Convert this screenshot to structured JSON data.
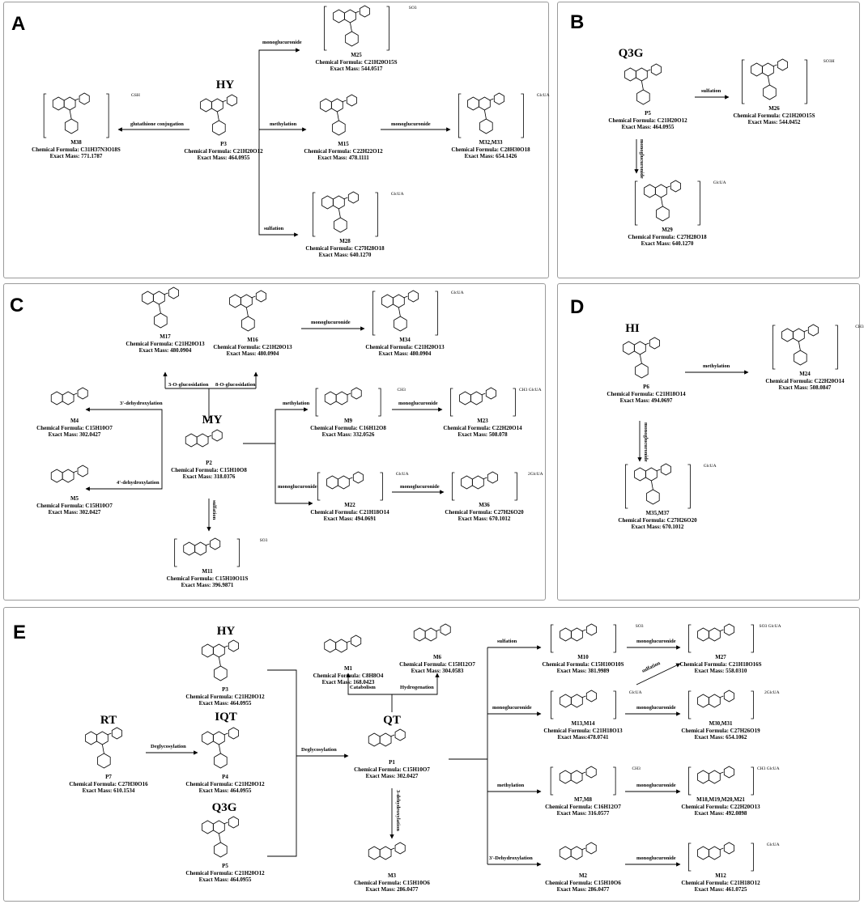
{
  "panels": {
    "A": "A",
    "B": "B",
    "C": "C",
    "D": "D",
    "E": "E"
  },
  "big_labels": {
    "A_HY": "HY",
    "B_Q3G": "Q3G",
    "C_MY": "MY",
    "D_HI": "HI",
    "E_RT": "RT",
    "E_HY": "HY",
    "E_IQT": "IQT",
    "E_Q3G": "Q3G",
    "E_QT": "QT"
  },
  "reactions": {
    "A_mono1": "monoglucuronide",
    "A_glut": "glutathione conjugation",
    "A_meth": "methylation",
    "A_mono2": "monoglucuronide",
    "A_sulf": "sulfation",
    "B_sulf": "sulfation",
    "B_mono": "monoglucuronide",
    "C_mono_top": "monoglucuronide",
    "C_3o": "3-O-glucosidation",
    "C_8o": "8-O-glucosidation",
    "C_3deh": "3'-dehydroxylation",
    "C_4deh": "4'-dehydroxylation",
    "C_meth": "methylation",
    "C_mono_m9": "monoglucuronide",
    "C_mono_low": "monoglucuronide",
    "C_mono_m22": "monoglucuronide",
    "C_sulf": "sulfation",
    "D_meth": "methylation",
    "D_mono": "monoglucuronide",
    "E_deg1": "Deglycosylation",
    "E_deg2": "Deglycosylation",
    "E_cat": "Catabolism",
    "E_hyd": "Hydrogenation",
    "E_sulf": "sulfation",
    "E_mono1": "monoglucuronide",
    "E_meth": "methylation",
    "E_3deh": "3'-Dehydroxylation",
    "E_dehv": "3-dehydroxylation",
    "E_m10mono": "monoglucuronide",
    "E_m10sulf": "sulfation",
    "E_m13mono": "monoglucuronide",
    "E_m7mono": "monoglucuronide",
    "E_m2mono": "monoglucuronide"
  },
  "compounds": {
    "A_M25": {
      "id": "M25",
      "formula": "Chemical Formula: C21H20O15S",
      "mass": "Exact Mass: 544.0517",
      "tag": "SO3"
    },
    "A_M38": {
      "id": "M38",
      "formula": "Chemical Formula: C31H37N3O18S",
      "mass": "Exact Mass: 771.1787",
      "tag": "GSH"
    },
    "A_P3": {
      "id": "P3",
      "formula": "Chemical Formula: C21H20O12",
      "mass": "Exact Mass: 464.0955",
      "tag": ""
    },
    "A_M15": {
      "id": "M15",
      "formula": "Chemical Formula: C22H22O12",
      "mass": "Exact Mass: 478.1111",
      "tag": ""
    },
    "A_M32": {
      "id": "M32,M33",
      "formula": "Chemical Formula: C28H30O18",
      "mass": "Exact Mass: 654.1426",
      "tag": "GlcUA"
    },
    "A_M28": {
      "id": "M28",
      "formula": "Chemical Formula: C27H28O18",
      "mass": "Exact Mass: 640.1270",
      "tag": "GlcUA"
    },
    "B_P5": {
      "id": "P5",
      "formula": "Chemical Formula: C21H20O12",
      "mass": "Exact Mass: 464.0955",
      "tag": ""
    },
    "B_M26": {
      "id": "M26",
      "formula": "Chemical Formula: C21H20O15S",
      "mass": "Exact Mass: 544.0452",
      "tag": "SO3H"
    },
    "B_M29": {
      "id": "M29",
      "formula": "Chemical Formula: C27H28O18",
      "mass": "Exact Mass: 640.1270",
      "tag": "GlcUA"
    },
    "C_M17": {
      "id": "M17",
      "formula": "Chemical Formula: C21H20O13",
      "mass": "Exact Mass: 480.0904",
      "tag": ""
    },
    "C_M16": {
      "id": "M16",
      "formula": "Chemical Formula: C21H20O13",
      "mass": "Exact Mass: 480.0904",
      "tag": ""
    },
    "C_M34": {
      "id": "M34",
      "formula": "Chemical Formula: C21H20O13",
      "mass": "Exact Mass: 480.0904",
      "tag": "GlcUA"
    },
    "C_M4": {
      "id": "M4",
      "formula": "Chemical Formula: C15H10O7",
      "mass": "Exact Mass: 302.0427",
      "tag": ""
    },
    "C_M5": {
      "id": "M5",
      "formula": "Chemical Formula: C15H10O7",
      "mass": "Exact Mass: 302.0427",
      "tag": ""
    },
    "C_P2": {
      "id": "P2",
      "formula": "Chemical Formula: C15H10O8",
      "mass": "Exact Mass: 318.0376",
      "tag": ""
    },
    "C_M9": {
      "id": "M9",
      "formula": "Chemical Formula: C16H12O8",
      "mass": "Exact Mass: 332.0526",
      "tag": "CH3"
    },
    "C_M23": {
      "id": "M23",
      "formula": "Chemical Formula: C22H20O14",
      "mass": "Exact Mass: 508.078",
      "tag": "CH3 GlcUA"
    },
    "C_M22": {
      "id": "M22",
      "formula": "Chemical Formula: C21H18O14",
      "mass": "Exact Mass: 494.0691",
      "tag": "GlcUA"
    },
    "C_M36": {
      "id": "M36",
      "formula": "Chemical Formula: C27H26O20",
      "mass": "Exact Mass: 670.1012",
      "tag": "2GlcUA"
    },
    "C_M11": {
      "id": "M11",
      "formula": "Chemical Formula: C15H10O11S",
      "mass": "Exact Mass: 396.9871",
      "tag": "SO3"
    },
    "D_P6": {
      "id": "P6",
      "formula": "Chemical Formula: C21H18O14",
      "mass": "Exact Mass: 494.0697",
      "tag": ""
    },
    "D_M24": {
      "id": "M24",
      "formula": "Chemical Formula: C22H20O14",
      "mass": "Exact Mass: 508.0847",
      "tag": "CH3"
    },
    "D_M35": {
      "id": "M35,M37",
      "formula": "Chemical Formula: C27H26O20",
      "mass": "Exact Mass: 670.1012",
      "tag": "GlcUA"
    },
    "E_M1": {
      "id": "M1",
      "formula": "Chemical Formula: C8H8O4",
      "mass": "Exact Mass: 168.0423",
      "tag": ""
    },
    "E_M6": {
      "id": "M6",
      "formula": "Chemical Formula: C15H12O7",
      "mass": "Exact Mass: 304.0583",
      "tag": ""
    },
    "E_P3": {
      "id": "P3",
      "formula": "Chemical Formula: C21H20O12",
      "mass": "Exact Mass: 464.0955",
      "tag": ""
    },
    "E_P7": {
      "id": "P7",
      "formula": "Chemical Formula: C27H30O16",
      "mass": "Exact Mass: 610.1534",
      "tag": ""
    },
    "E_P4": {
      "id": "P4",
      "formula": "Chemical Formula: C21H20O12",
      "mass": "Exact Mass: 464.0955",
      "tag": ""
    },
    "E_P5": {
      "id": "P5",
      "formula": "Chemical Formula: C21H20O12",
      "mass": "Exact Mass: 464.0955",
      "tag": ""
    },
    "E_P1": {
      "id": "P1",
      "formula": "Chemical Formula: C15H10O7",
      "mass": "Exact Mass: 302.0427",
      "tag": ""
    },
    "E_M3": {
      "id": "M3",
      "formula": "Chemical Formula: C15H10O6",
      "mass": "Exact Mass: 286.0477",
      "tag": ""
    },
    "E_M10": {
      "id": "M10",
      "formula": "Chemical Formula: C15H10O10S",
      "mass": "Exact Mass: 381.9989",
      "tag": "SO3"
    },
    "E_M27": {
      "id": "M27",
      "formula": "Chemical Formula: C21H18O16S",
      "mass": "Exact Mass: 558.0310",
      "tag": "SO3 GlcUA"
    },
    "E_M13": {
      "id": "M13,M14",
      "formula": "Chemical Formula: C21H18O13",
      "mass": "Exact Mass:478.0741",
      "tag": "GlcUA"
    },
    "E_M30": {
      "id": "M30,M31",
      "formula": "Chemical Formula: C27H26O19",
      "mass": "Exact Mass: 654.1062",
      "tag": "2GlcUA"
    },
    "E_M7": {
      "id": "M7,M8",
      "formula": "Chemical Formula: C16H12O7",
      "mass": "Exact Mass: 316.0577",
      "tag": "CH3"
    },
    "E_M18": {
      "id": "M18,M19,M20,M21",
      "formula": "Chemical Formula: C22H20O13",
      "mass": "Exact Mass: 492.0898",
      "tag": "CH3 GlcUA"
    },
    "E_M2": {
      "id": "M2",
      "formula": "Chemical Formula: C15H10O6",
      "mass": "Exact Mass: 286.0477",
      "tag": ""
    },
    "E_M12": {
      "id": "M12",
      "formula": "Chemical Formula: C21H18O12",
      "mass": "Exact Mass: 461.0725",
      "tag": "GlcUA"
    }
  }
}
